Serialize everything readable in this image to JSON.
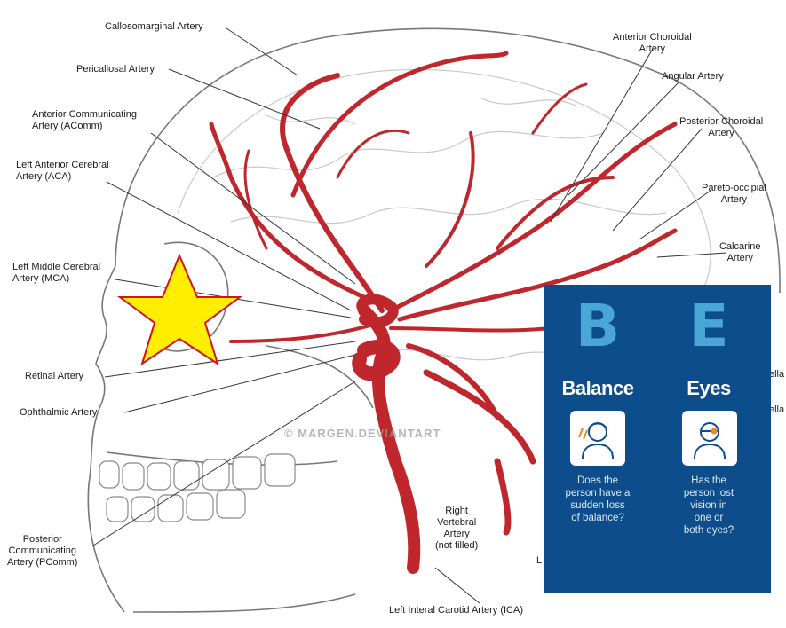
{
  "labels": {
    "callosomarginal": "Callosomarginal Artery",
    "pericallosal": "Pericallosal Artery",
    "acomm": "Anterior Communicating\nArtery (AComm)",
    "aca": "Left Anterior Cerebral\nArtery (ACA)",
    "mca": "Left Middle Cerebral\nArtery (MCA)",
    "retinal": "Retinal Artery",
    "ophthalmic": "Ophthalmic Artery",
    "pcomm": "Posterior\nCommunicating\nArtery (PComm)",
    "ant_choroidal": "Anterior Choroidal\nArtery",
    "angular": "Angular Artery",
    "post_choroidal": "Posterior Choroidal\nArtery",
    "pareto": "Pareto-occipial\nArtery",
    "calcarine": "Calcarine\nArtery",
    "vertebral": "Right\nVertebral\nArtery\n(not filled)",
    "ica": "Left Interal Carotid Artery (ICA)",
    "cut_ella_1": "ella",
    "cut_ella_2": "ella",
    "cut_l": "L"
  },
  "watermark": "© MARGEN.DEVIANTART",
  "card": {
    "b_letter": "B",
    "e_letter": "E",
    "b_word": "Balance",
    "e_word": "Eyes",
    "b_question": "Does the\nperson have a\nsudden loss\nof balance?",
    "e_question": "Has the\nperson lost\nvision in\none or\nboth eyes?"
  },
  "colors": {
    "artery": "#c0272d",
    "star_fill": "#ffee00",
    "star_stroke": "#d4121a",
    "card_bg": "#0d4d8c",
    "card_letter": "#4aa6d6"
  }
}
